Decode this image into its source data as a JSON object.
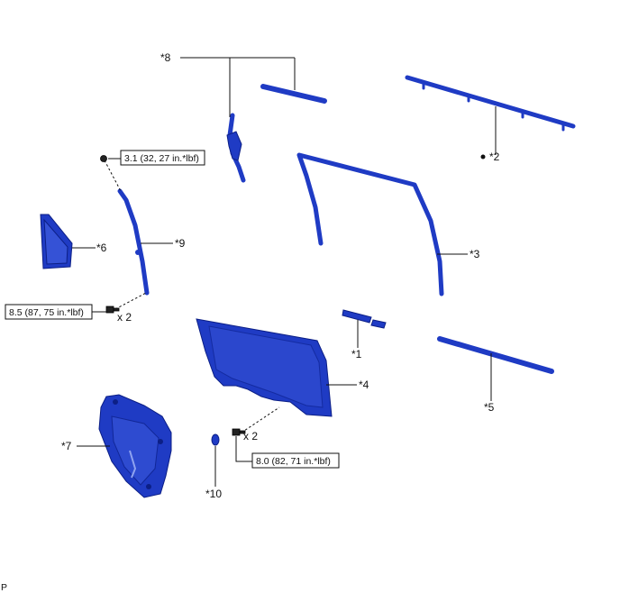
{
  "callouts": {
    "c1": "*1",
    "c2": "*2",
    "c3": "*3",
    "c4": "*4",
    "c5": "*5",
    "c6": "*6",
    "c7": "*7",
    "c8": "*8",
    "c9": "*9",
    "c10": "*10"
  },
  "torque_specs": {
    "upper": "3.1 (32, 27 in.*lbf)",
    "left": "8.5 (87, 75 in.*lbf)",
    "bottom": "8.0 (82, 71 in.*lbf)"
  },
  "quantities": {
    "left": "x 2",
    "bottom": "x 2"
  },
  "corner_mark": "P",
  "colors": {
    "part_blue": "#1f3bc4",
    "part_outline": "#0c1f86"
  }
}
